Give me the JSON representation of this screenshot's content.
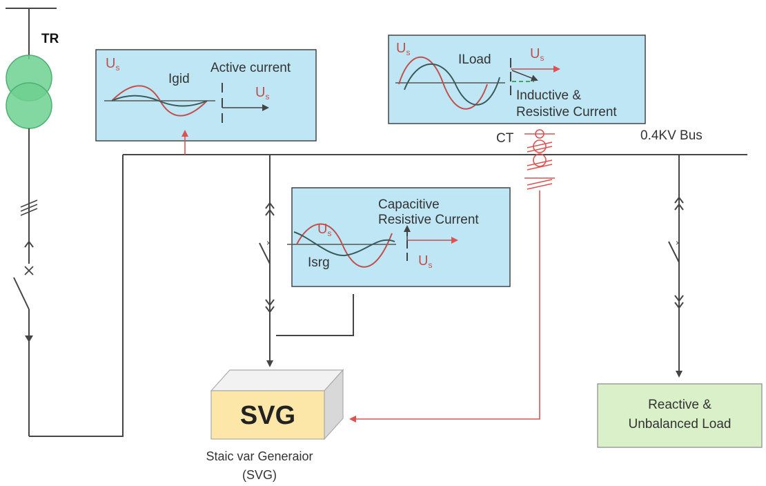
{
  "transformer": {
    "label": "TR"
  },
  "bus": {
    "label": "0.4KV Bus"
  },
  "ct": {
    "label": "CT"
  },
  "grid_box": {
    "us_label": "U",
    "us_sub": "s",
    "current_label": "Igid",
    "title": "Active current"
  },
  "load_box": {
    "us_label": "U",
    "us_sub": "s",
    "current_label": "ILoad",
    "title_line1": "Inductive &",
    "title_line2": "Resistive Current"
  },
  "svg_box": {
    "us_label": "U",
    "us_sub": "s",
    "current_label": "Isrg",
    "title_line1": "Capacitive",
    "title_line2": "Resistive Current"
  },
  "svg_device": {
    "label": "SVG",
    "caption_line1": "Staic var Generaior",
    "caption_line2": "(SVG)"
  },
  "load": {
    "line1": "Reactive &",
    "line2": "Unbalanced Load"
  },
  "colors": {
    "panel_fill": "#bfe6f5",
    "transformer_fill": "#6dd08f",
    "svg_face": "#fce7a8",
    "load_fill": "#d9f0c8",
    "us_color": "#c0504d",
    "signal_color": "#e05050"
  }
}
